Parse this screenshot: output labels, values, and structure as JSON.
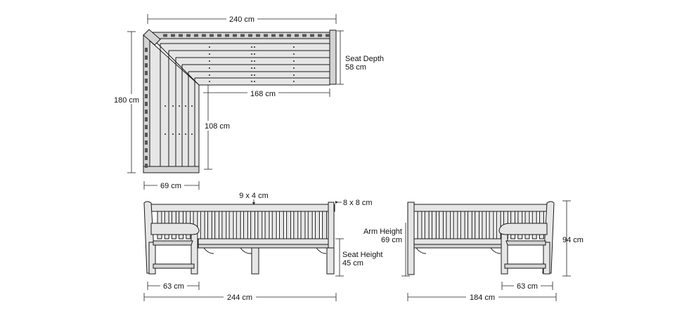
{
  "labels": {
    "top_width": "240 cm",
    "seat_depth_title": "Seat Depth",
    "seat_depth_value": "58 cm",
    "top_height": "180 cm",
    "inner_long": "168 cm",
    "inner_short": "108 cm",
    "leg_width": "69 cm",
    "slat_size": "9 x 4 cm",
    "post_size": "8 x 8 cm",
    "arm_height_title": "Arm Height",
    "arm_height_value": "69 cm",
    "overall_height": "94 cm",
    "seat_height_title": "Seat Height",
    "seat_height_value": "45 cm",
    "left_arm_depth": "63 cm",
    "left_length": "244 cm",
    "right_arm_depth": "63 cm",
    "right_length": "184 cm"
  },
  "colors": {
    "line": "#1a1a1a",
    "wood": "#e6e6e6",
    "wood_shade": "#d4d4d4"
  }
}
